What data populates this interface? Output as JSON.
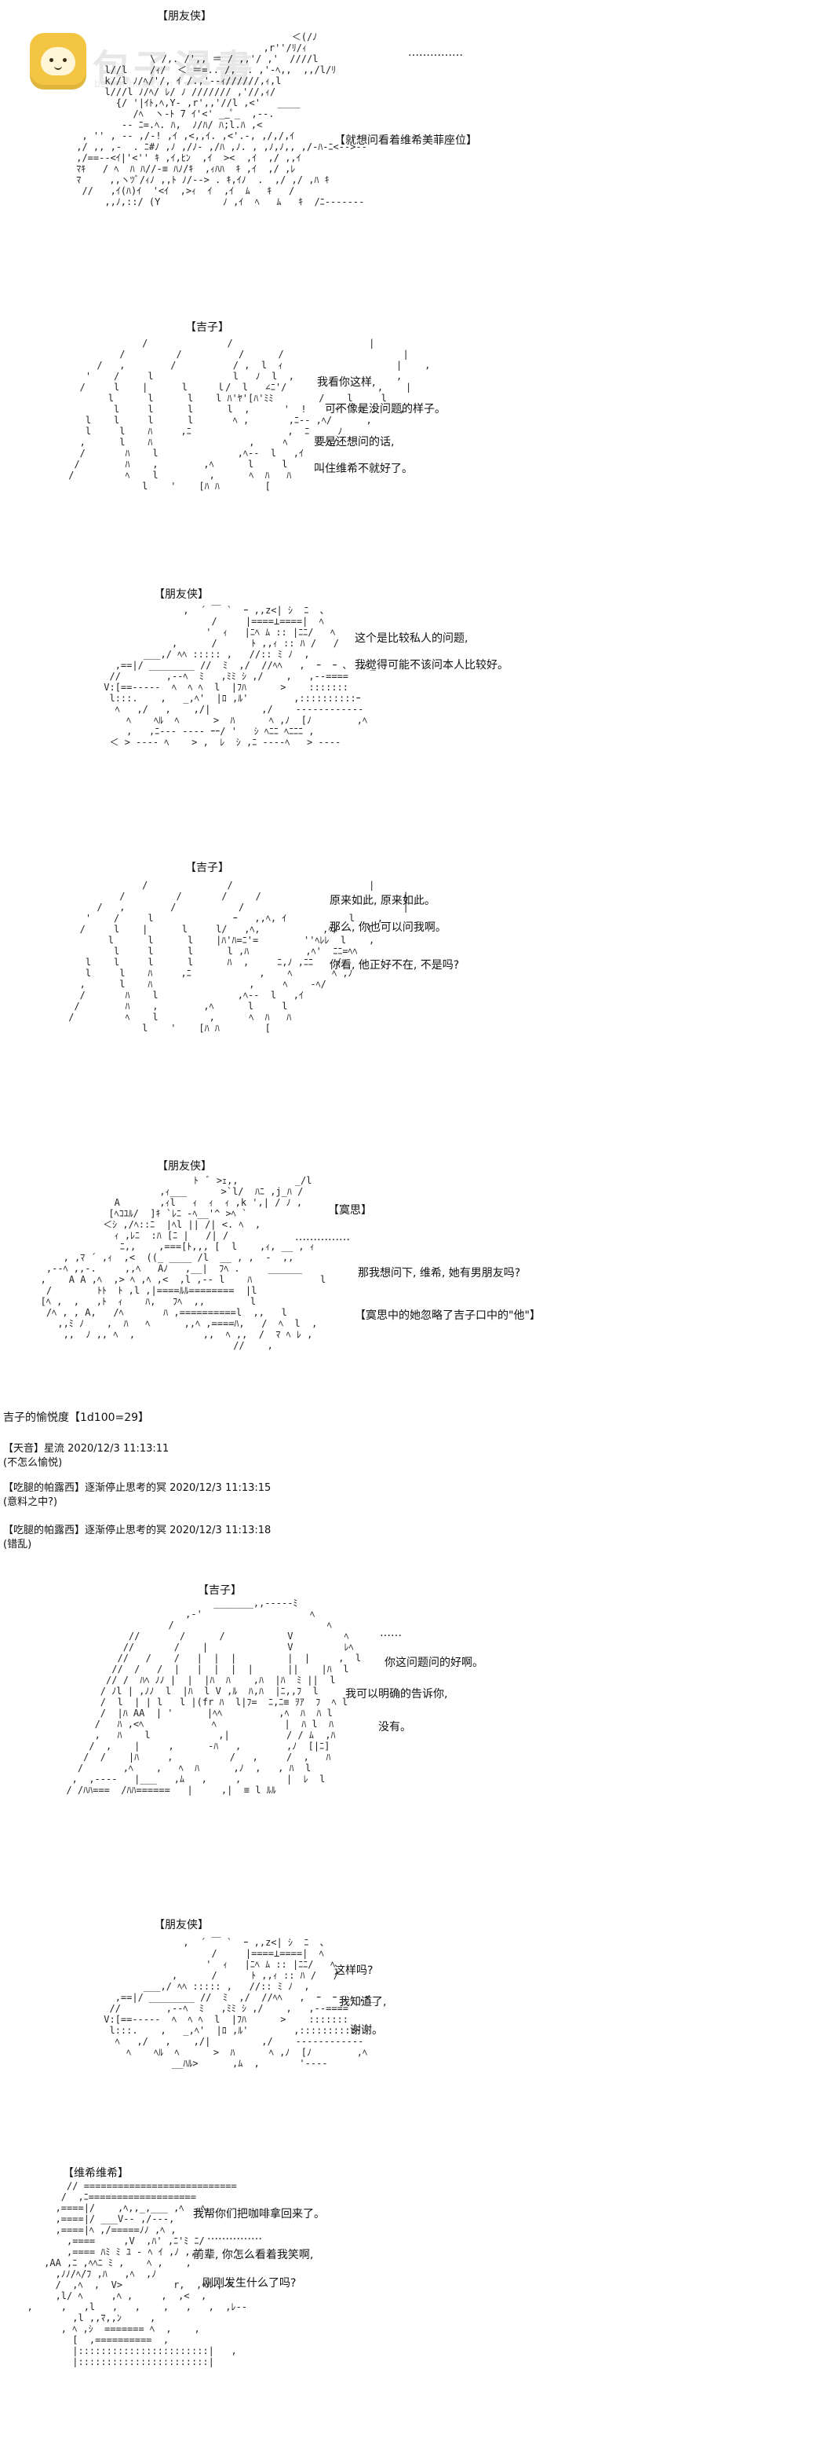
{
  "watermark": {
    "text": "包子漫畫",
    "url": "bzmanhua.com"
  },
  "scenes": [
    {
      "speaker": "【朋友侠】",
      "lines": [
        "……………",
        "【就想问看着维希美菲座位】"
      ]
    },
    {
      "speaker": "【吉子】",
      "lines": [
        "我看你这样,",
        "可不像是没问题的样子。",
        "要是还想问的话,",
        "叫住维希不就好了。"
      ]
    },
    {
      "speaker": "【朋友侠】",
      "lines": [
        "这个是比较私人的问题,",
        "我觉得可能不该问本人比较好。"
      ]
    },
    {
      "speaker": "【吉子】",
      "lines": [
        "原来如此, 原来如此。",
        "那么, 你也可以问我啊。",
        "你看, 他正好不在, 不是吗?"
      ]
    },
    {
      "speaker": "【朋友侠】",
      "lines": [
        "【寞思】",
        "……………",
        "那我想问下, 维希, 她有男朋友吗?",
        "【寞思中的她忽略了吉子口中的\"他\"】"
      ]
    }
  ],
  "dice": {
    "title": "吉子的愉悦度【1d100=29】",
    "comments": [
      {
        "author": "【天音】星流",
        "time": "2020/12/3 11:13:11",
        "text": "(不怎么愉悦)"
      },
      {
        "author": "【吃腿的帕露西】逐渐停止思考的冥",
        "time": "2020/12/3 11:13:15",
        "text": "(意料之中?)"
      },
      {
        "author": "【吃腿的帕露西】逐渐停止思考的冥",
        "time": "2020/12/3 11:13:18",
        "text": "(错乱)"
      }
    ]
  },
  "scenes2": [
    {
      "speaker": "【吉子】",
      "lines": [
        "……",
        "你这问题问的好啊。",
        "我可以明确的告诉你,",
        "没有。"
      ]
    },
    {
      "speaker": "【朋友侠】",
      "lines": [
        "这样吗?",
        "我知道了,",
        "谢谢。"
      ]
    },
    {
      "speaker": "【维希维希】",
      "lines": [
        "我帮你们把咖啡拿回来了。",
        "……………",
        "前辈, 你怎么看着我笑啊,",
        "刚刚发生什么了吗?"
      ]
    }
  ]
}
